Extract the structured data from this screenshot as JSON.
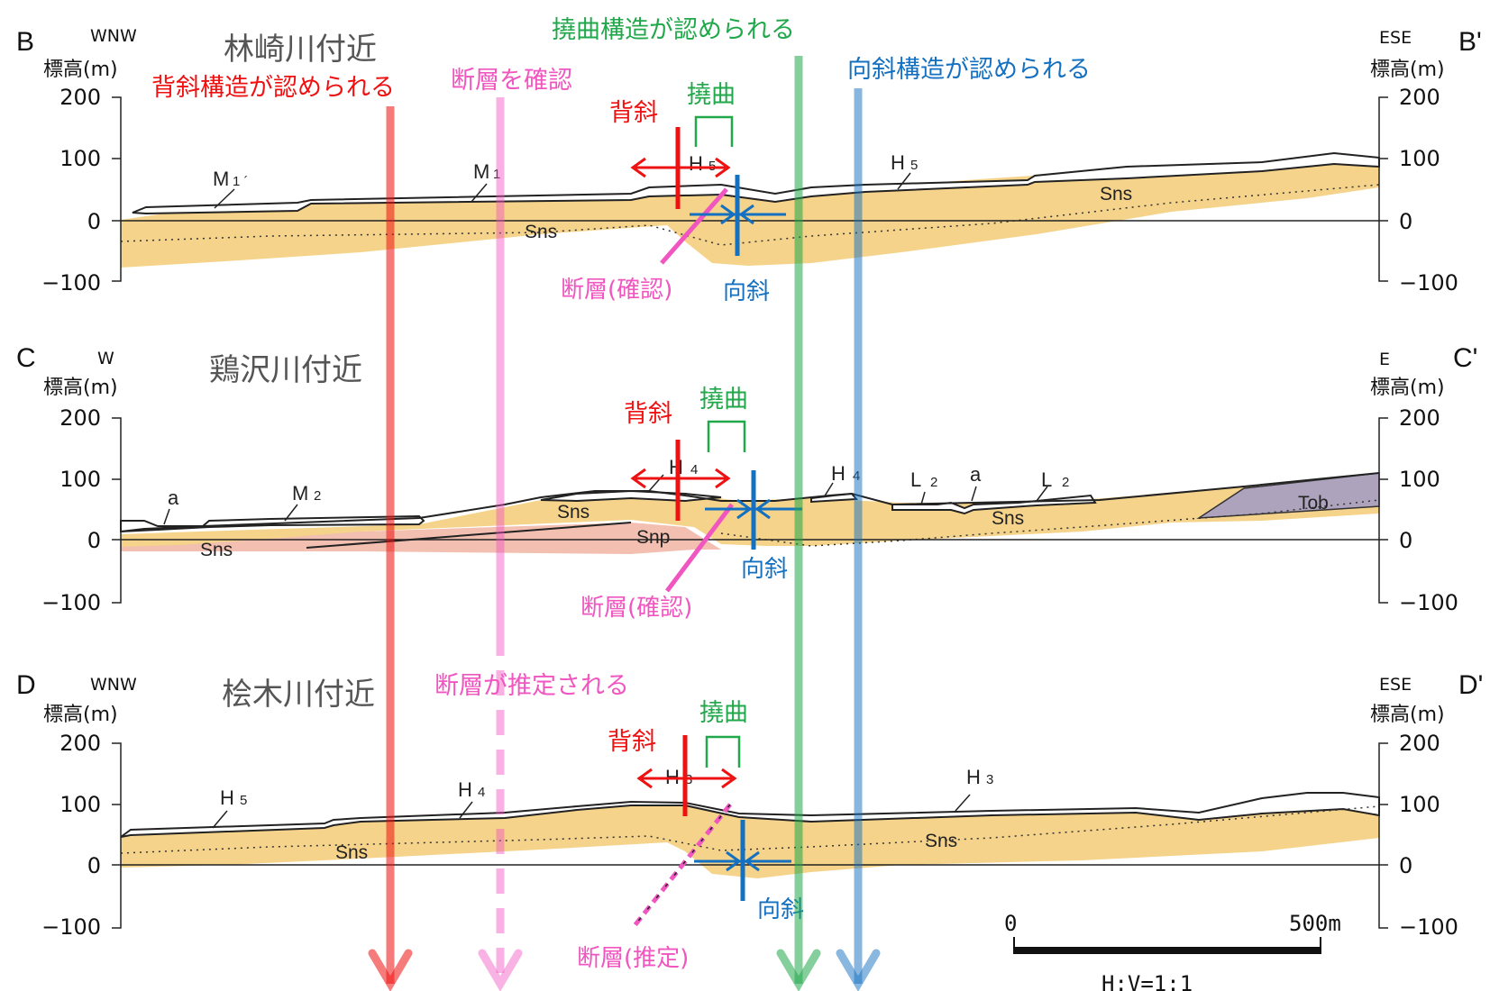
{
  "sections": [
    {
      "start": "B",
      "end": "B'",
      "dir_left": "WNW",
      "dir_right": "ESE",
      "elev_label": "標高(m)",
      "location": "林崎川付近",
      "ticks": [
        "200",
        "100",
        "0",
        "−100"
      ],
      "units": [
        {
          "text": "M",
          "sub": "1 ´"
        },
        {
          "text": "M",
          "sub": "1"
        },
        {
          "text": "H",
          "sub": "5"
        },
        {
          "text": "H",
          "sub": "5"
        },
        {
          "text": "Sns",
          "sub": ""
        },
        {
          "text": "Sns",
          "sub": ""
        }
      ],
      "ann": {
        "anticline": "背斜",
        "flexure": "撓曲",
        "fault": "断層(確認)",
        "syncline": "向斜"
      }
    },
    {
      "start": "C",
      "end": "C'",
      "dir_left": "W",
      "dir_right": "E",
      "elev_label": "標高(m)",
      "location": "鶏沢川付近",
      "ticks": [
        "200",
        "100",
        "0",
        "−100"
      ],
      "units": [
        {
          "text": "a",
          "sub": ""
        },
        {
          "text": "M",
          "sub": "2"
        },
        {
          "text": "H",
          "sub": "4"
        },
        {
          "text": "H",
          "sub": "4"
        },
        {
          "text": "L",
          "sub": "2"
        },
        {
          "text": "a",
          "sub": ""
        },
        {
          "text": "L",
          "sub": "2"
        },
        {
          "text": "Sns",
          "sub": ""
        },
        {
          "text": "Sns",
          "sub": ""
        },
        {
          "text": "Snp",
          "sub": ""
        },
        {
          "text": "Sns",
          "sub": ""
        },
        {
          "text": "Tob",
          "sub": ""
        }
      ],
      "ann": {
        "anticline": "背斜",
        "flexure": "撓曲",
        "fault": "断層(確認)",
        "syncline": "向斜"
      }
    },
    {
      "start": "D",
      "end": "D'",
      "dir_left": "WNW",
      "dir_right": "ESE",
      "elev_label": "標高(m)",
      "location": "桧木川付近",
      "ticks": [
        "200",
        "100",
        "0",
        "−100"
      ],
      "units": [
        {
          "text": "H",
          "sub": "5"
        },
        {
          "text": "H",
          "sub": "4"
        },
        {
          "text": "H",
          "sub": "3"
        },
        {
          "text": "H",
          "sub": "3"
        },
        {
          "text": "Sns",
          "sub": ""
        },
        {
          "text": "Sns",
          "sub": ""
        }
      ],
      "ann": {
        "anticline": "背斜",
        "flexure": "撓曲",
        "fault": "断層(推定)",
        "syncline": "向斜"
      }
    }
  ],
  "top_labels": {
    "anticline": "背斜構造が認められる",
    "fault": "断層を確認",
    "flexure": "撓曲構造が認められる",
    "syncline": "向斜構造が認められる",
    "fault_inferred": "断層が推定される"
  },
  "scale": {
    "zero": "0",
    "max": "500m",
    "ratio": "H:V=1:1"
  },
  "colors": {
    "anticline": "#ee1111",
    "fault": "#f055c0",
    "flexure": "#20a84a",
    "syncline": "#1470c0",
    "strata": "#f5d38a",
    "lower_strata": "#f2bfb0",
    "tob": "#aea3bd"
  }
}
